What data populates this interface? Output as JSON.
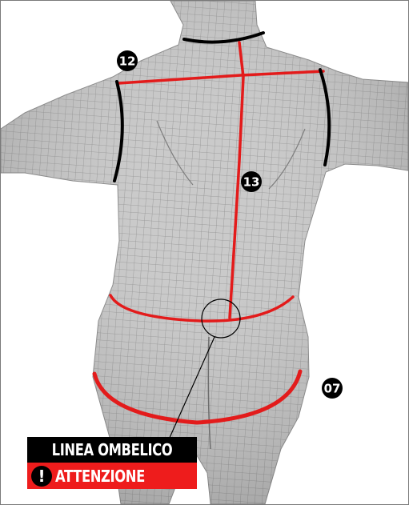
{
  "badges": {
    "shoulder": "12",
    "back_length": "13",
    "hip": "07"
  },
  "callout": {
    "title": "LINEA OMBELICO",
    "warning": "ATTENZIONE",
    "warning_icon": "exclamation-icon"
  },
  "colors": {
    "measure_red": "#e31b1b",
    "measure_black": "#000000",
    "mesh_gray": "#b9b9b9",
    "warning_red": "#ee1c1c"
  }
}
